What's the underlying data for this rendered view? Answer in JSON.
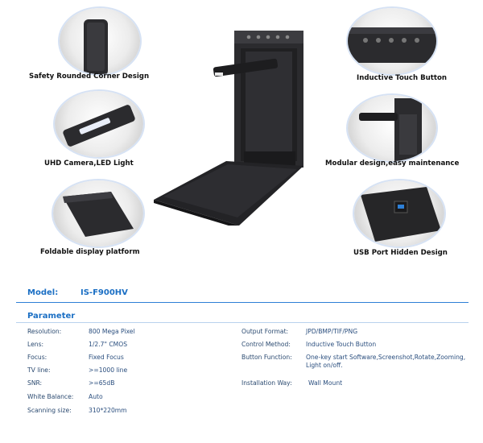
{
  "features": [
    {
      "id": "corner",
      "caption": "Safety Rounded Corner Design"
    },
    {
      "id": "touch",
      "caption": "Inductive Touch Button"
    },
    {
      "id": "camera",
      "caption": "UHD Camera,LED Light"
    },
    {
      "id": "modular",
      "caption": "Modular design,easy maintenance"
    },
    {
      "id": "platform",
      "caption": "Foldable display platform"
    },
    {
      "id": "usb",
      "caption": "USB Port Hidden Design"
    }
  ],
  "model": {
    "label": "Model:",
    "value": "IS-F900HV"
  },
  "parameter_heading": "Parameter",
  "specs_left": [
    {
      "label": "Resolution:",
      "value": "800 Mega Pixel"
    },
    {
      "label": "Lens:",
      "value": "1/2.7\" CMOS"
    },
    {
      "label": "Focus:",
      "value": "Fixed Focus"
    },
    {
      "label": "TV line:",
      "value": ">=1000 line"
    },
    {
      "label": "SNR:",
      "value": ">=65dB"
    },
    {
      "label": "White Balance:",
      "value": "Auto"
    },
    {
      "label": "Scanning size:",
      "value": "310*220mm"
    }
  ],
  "specs_right": [
    {
      "label": "Output Format:",
      "value": "JPD/BMP/TIF/PNG"
    },
    {
      "label": "Control Method:",
      "value": "Inductive Touch Button"
    },
    {
      "label": "Button Function:",
      "value": "One-key start Software,Screenshot,Rotate,Zooming, Light on/off."
    },
    {
      "label": "Installation Way:",
      "value": "Wall Mount"
    }
  ],
  "colors": {
    "accent": "#1b6fc4",
    "device": "#2b2b2e",
    "device_dark": "#151517"
  }
}
